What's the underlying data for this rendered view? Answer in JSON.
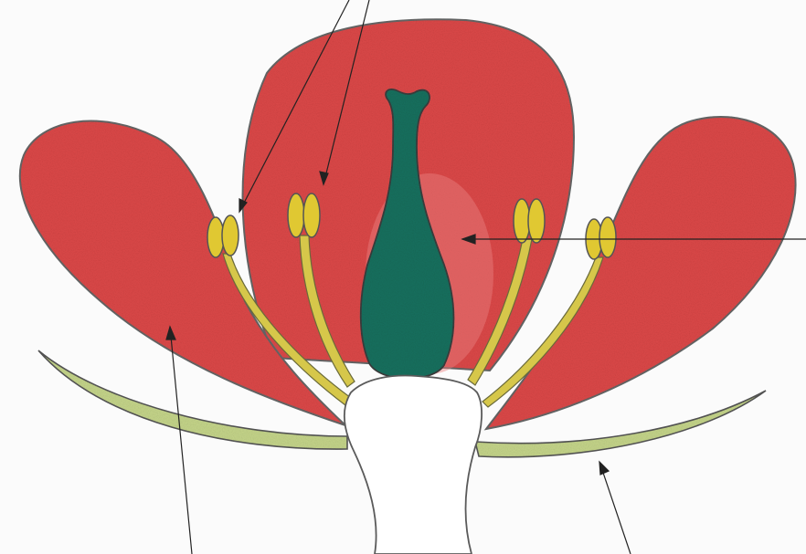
{
  "figure": {
    "kind": "flower-longitudinal-section-drawing",
    "labels": [],
    "colors": {
      "paper": "#fbfbfb",
      "petal": "#dc4848",
      "petal_light": "#e36a6a",
      "petal_outline": "#6b6b6b",
      "pistil": "#17705e",
      "pistil_outline": "#3c3c3c",
      "anther": "#e0c832",
      "filament": "#d6c74a",
      "sepal": "#c5d58a",
      "receptacle": "#ffffff",
      "pointer": "#222222"
    },
    "parts": [
      "petal",
      "stamen",
      "anther",
      "filament",
      "pistil",
      "stigma",
      "sepal",
      "receptacle",
      "pedicel"
    ]
  }
}
